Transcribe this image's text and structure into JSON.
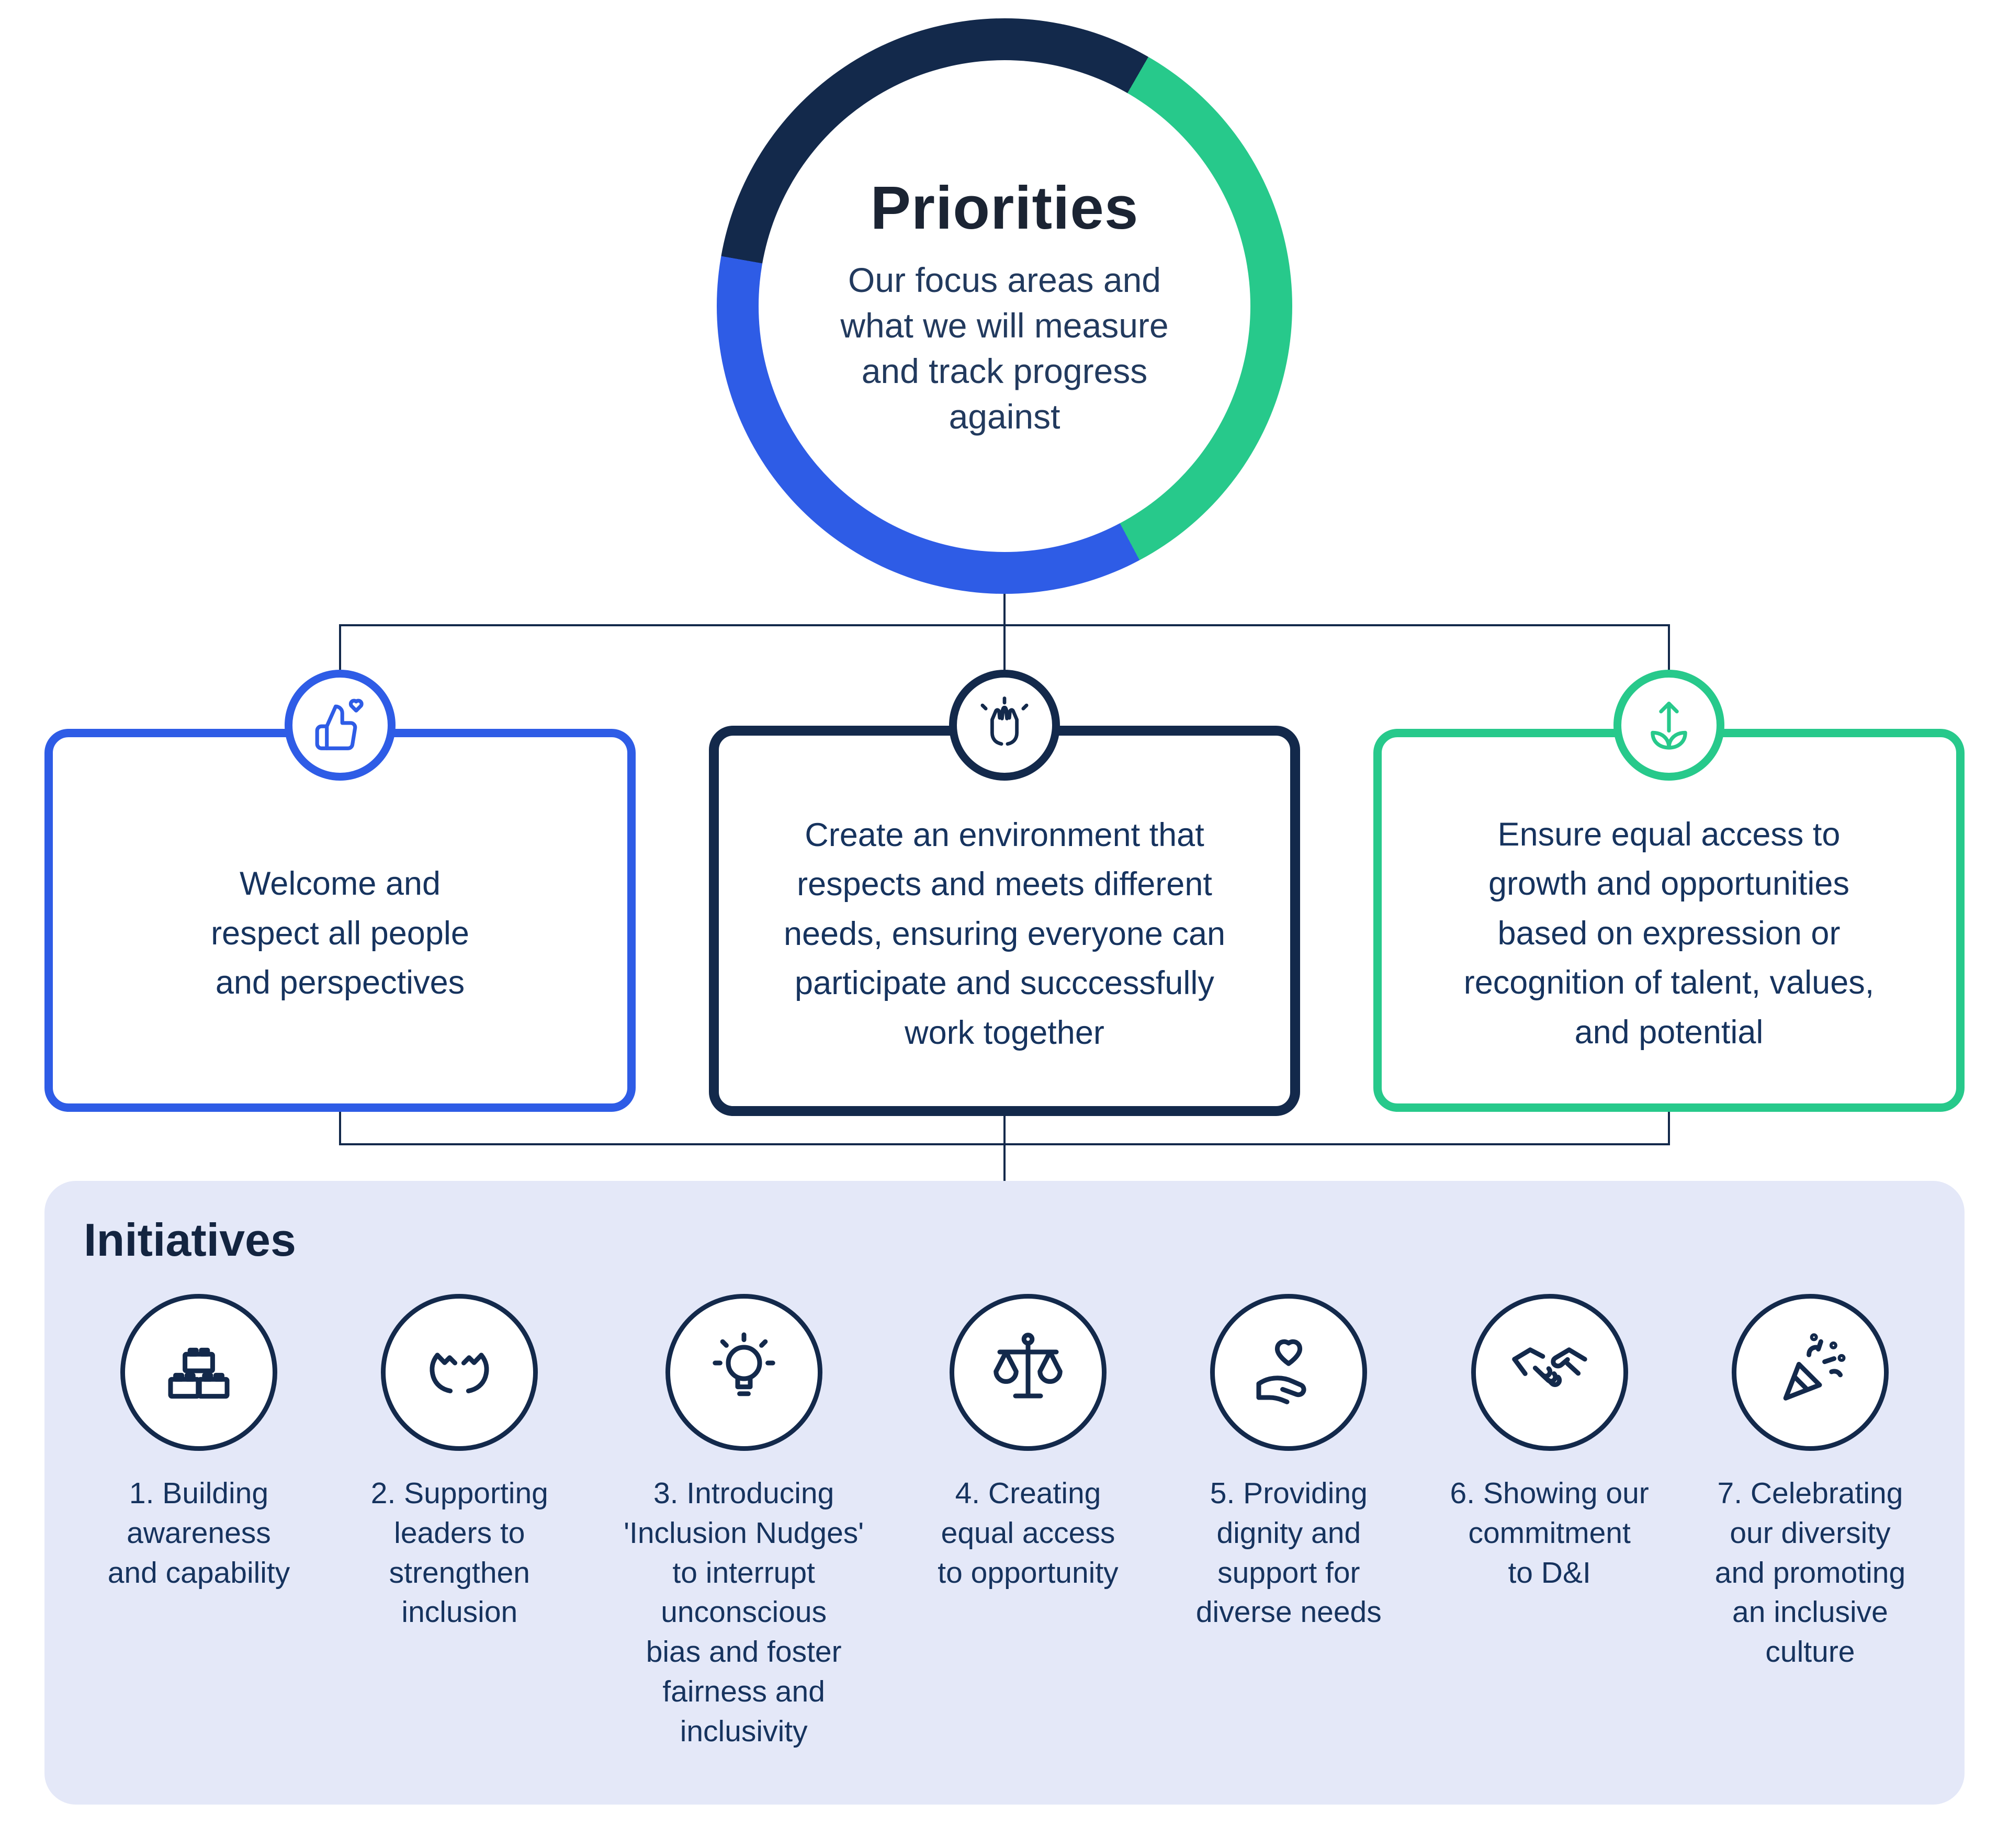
{
  "header": {
    "title": "Priorities",
    "subtitle": "Our focus areas and\nwhat we will measure\nand track progress\nagainst"
  },
  "priorities": [
    {
      "icon": "thumbs-up-heart-icon",
      "accent_color": "#2e5ce6",
      "text": "Welcome and\nrespect all people\nand perspectives"
    },
    {
      "icon": "high-five-hands-icon",
      "accent_color": "#13294b",
      "text": "Create an environment that\nrespects and meets different\nneeds, ensuring everyone can\nparticipate and succcessfully\nwork together"
    },
    {
      "icon": "growth-sprout-icon",
      "accent_color": "#27c98b",
      "text": "Ensure equal access to\ngrowth and opportunities\nbased on expression or\nrecognition of talent, values,\nand potential"
    }
  ],
  "initiatives": {
    "heading": "Initiatives",
    "items": [
      {
        "icon": "building-blocks-icon",
        "label": "1. Building\nawareness\nand capability"
      },
      {
        "icon": "supporting-hands-icon",
        "label": "2. Supporting\nleaders to\nstrengthen\ninclusion"
      },
      {
        "icon": "lightbulb-icon",
        "label": "3. Introducing\n'Inclusion Nudges'\nto interrupt\nunconscious\nbias and foster\nfairness and\ninclusivity"
      },
      {
        "icon": "balance-scales-icon",
        "label": "4. Creating\nequal access\nto opportunity"
      },
      {
        "icon": "hand-heart-icon",
        "label": "5. Providing\ndignity and\nsupport for\ndiverse needs"
      },
      {
        "icon": "handshake-icon",
        "label": "6. Showing our\ncommitment\nto D&I"
      },
      {
        "icon": "party-popper-icon",
        "label": "7. Celebrating\nour diversity\nand promoting\nan inclusive\nculture"
      }
    ]
  },
  "colors": {
    "navy": "#13294b",
    "blue": "#2e5ce6",
    "green": "#27c98b",
    "panel_background": "#e4e8f8"
  }
}
